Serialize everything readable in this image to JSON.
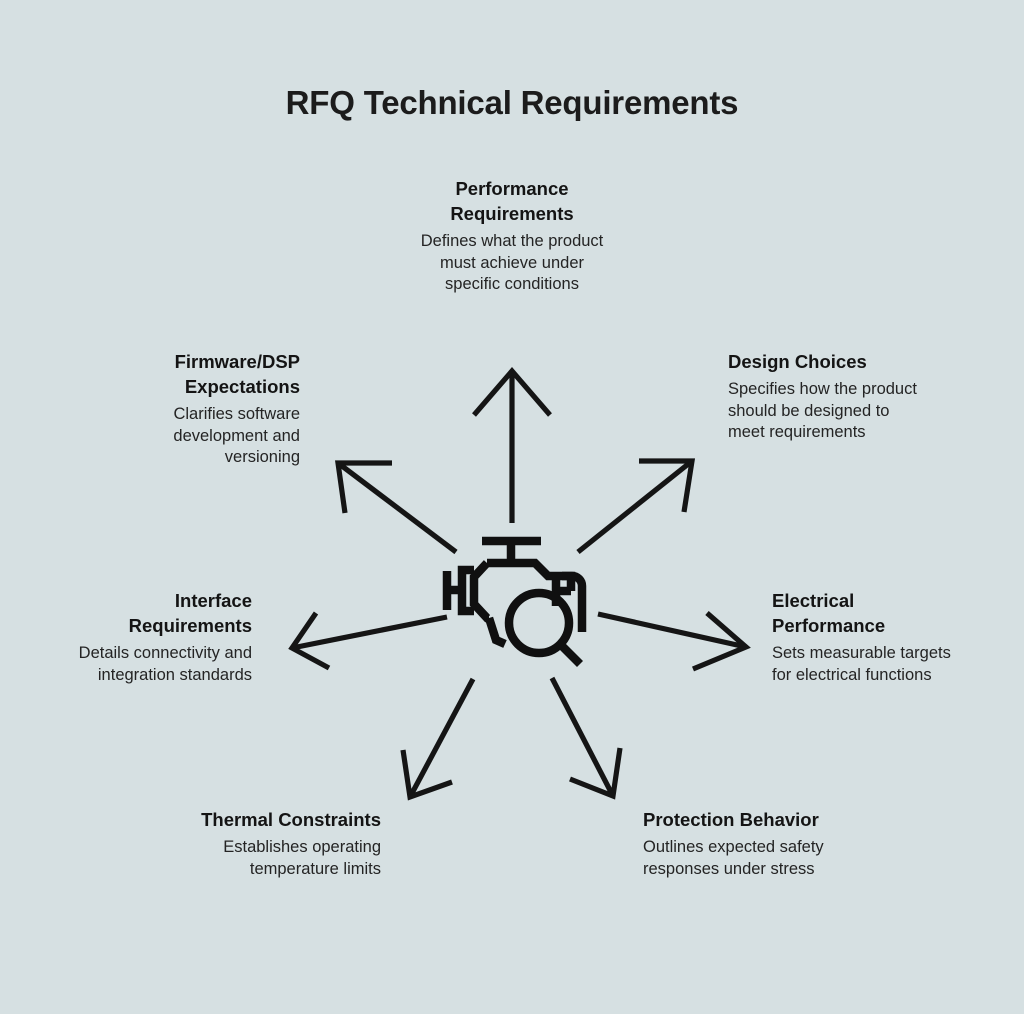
{
  "title": "RFQ Technical Requirements",
  "theme": {
    "background": "#d6e0e2",
    "ink": "#151515",
    "title_color": "#1c1c1c",
    "node_title_color": "#141414",
    "node_desc_color": "#242424"
  },
  "center": {
    "icon_name": "engine-inspection-icon",
    "label": ""
  },
  "nodes": [
    {
      "id": "performance-requirements",
      "title": "Performance Requirements",
      "desc": "Defines what the product must achieve under specific conditions",
      "direction": "up",
      "align": "center"
    },
    {
      "id": "firmware-dsp-expectations",
      "title": "Firmware/DSP Expectations",
      "desc": "Clarifies software development and versioning",
      "direction": "up-left",
      "align": "right"
    },
    {
      "id": "design-choices",
      "title": "Design Choices",
      "desc": "Specifies how the product should be designed to meet requirements",
      "direction": "up-right",
      "align": "left"
    },
    {
      "id": "interface-requirements",
      "title": "Interface Requirements",
      "desc": "Details connectivity and integration standards",
      "direction": "left",
      "align": "right"
    },
    {
      "id": "electrical-performance",
      "title": "Electrical Performance",
      "desc": "Sets measurable targets for electrical functions",
      "direction": "right",
      "align": "left"
    },
    {
      "id": "thermal-constraints",
      "title": "Thermal Constraints",
      "desc": "Establishes operating temperature limits",
      "direction": "down-left",
      "align": "right"
    },
    {
      "id": "protection-behavior",
      "title": "Protection Behavior",
      "desc": "Outlines expected safety responses under stress",
      "direction": "down-right",
      "align": "left"
    }
  ],
  "arrows": [
    {
      "name": "arrow-up",
      "to": "performance-requirements"
    },
    {
      "name": "arrow-up-left",
      "to": "firmware-dsp-expectations"
    },
    {
      "name": "arrow-up-right",
      "to": "design-choices"
    },
    {
      "name": "arrow-left",
      "to": "interface-requirements"
    },
    {
      "name": "arrow-right",
      "to": "electrical-performance"
    },
    {
      "name": "arrow-down-left",
      "to": "thermal-constraints"
    },
    {
      "name": "arrow-down-right",
      "to": "protection-behavior"
    }
  ]
}
